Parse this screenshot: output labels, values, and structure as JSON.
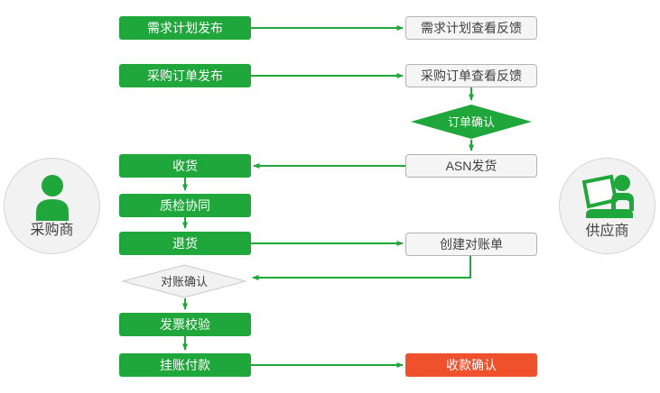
{
  "colors": {
    "green": "#20A73B",
    "red": "#F0512D",
    "gray_fill": "#F5F5F5",
    "gray_border": "#B3B3B3",
    "diamond_fill": "#F2F2F2",
    "diamond_border": "#C9C9C9",
    "text_dark": "#404040",
    "circle_fill": "#F2F2F2",
    "circle_border": "#D4D4D4",
    "white": "#FFFFFF"
  },
  "personas": {
    "buyer": "采购商",
    "supplier": "供应商"
  },
  "nodes": {
    "demand_publish": "需求计划发布",
    "demand_feedback": "需求计划查看反馈",
    "po_publish": "采购订单发布",
    "po_feedback": "采购订单查看反馈",
    "order_confirm": "订单确认",
    "asn_ship": "ASN发货",
    "receive": "收货",
    "quality_check": "质检协同",
    "returns": "退货",
    "create_statement": "创建对账单",
    "statement_confirm": "对账确认",
    "invoice_verify": "发票校验",
    "payment": "挂账付款",
    "payment_confirm": "收款确认"
  }
}
